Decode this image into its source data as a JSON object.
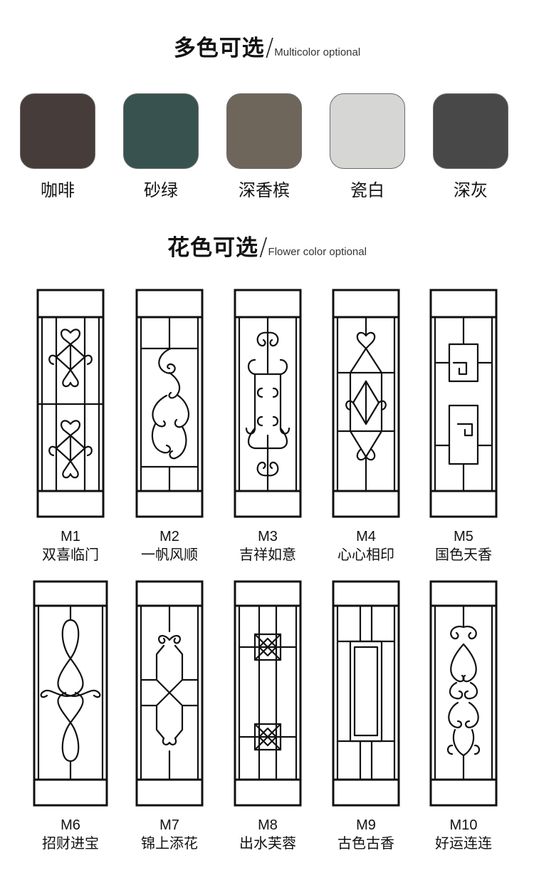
{
  "colors_section": {
    "title": "多色可选",
    "slash": "/",
    "subtitle": "Multicolor optional",
    "items": [
      {
        "label": "咖啡",
        "color": "#463c3a"
      },
      {
        "label": "砂绿",
        "color": "#38524f"
      },
      {
        "label": "深香槟",
        "color": "#6f665b"
      },
      {
        "label": "瓷白",
        "color": "#d6d7d5"
      },
      {
        "label": "深灰",
        "color": "#484848"
      }
    ]
  },
  "patterns_section": {
    "title": "花色可选",
    "slash": "/",
    "subtitle": "Flower color optional",
    "items": [
      {
        "code": "M1",
        "name": "双喜临门"
      },
      {
        "code": "M2",
        "name": "一帆风顺"
      },
      {
        "code": "M3",
        "name": "吉祥如意"
      },
      {
        "code": "M4",
        "name": "心心相印"
      },
      {
        "code": "M5",
        "name": "国色天香"
      },
      {
        "code": "M6",
        "name": "招财进宝"
      },
      {
        "code": "M7",
        "name": "锦上添花"
      },
      {
        "code": "M8",
        "name": "出水芙蓉"
      },
      {
        "code": "M9",
        "name": "古色古香"
      },
      {
        "code": "M10",
        "name": "好运连连"
      }
    ]
  }
}
